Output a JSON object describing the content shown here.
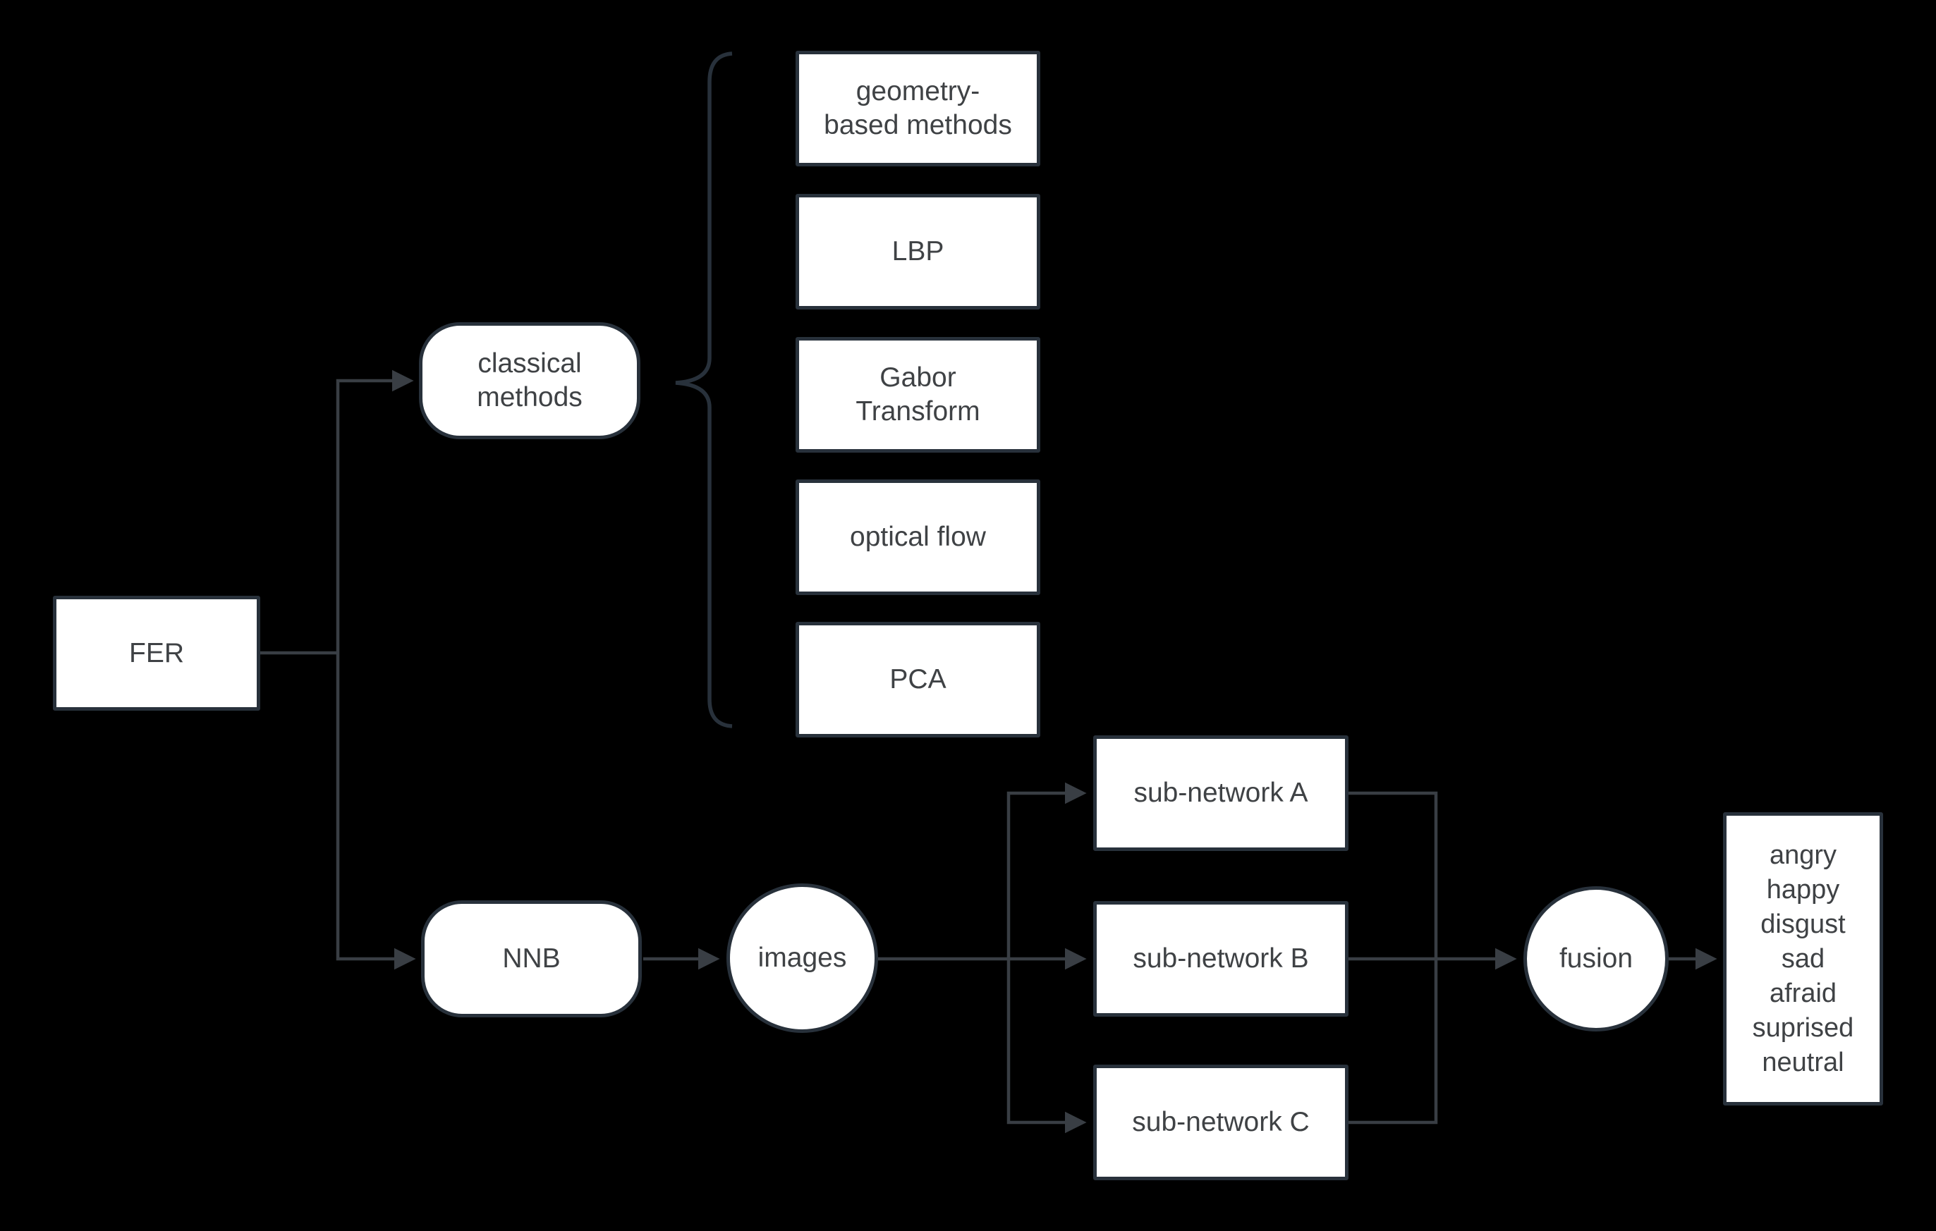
{
  "diagram": {
    "background_color": "#000000",
    "node_fill_color": "#ffffff",
    "node_border_color": "#28313b",
    "connector_color": "#393e44",
    "text_color": "#3f4245",
    "nodes": {
      "fer": {
        "label": "FER"
      },
      "classical_methods": {
        "lines": [
          "classical",
          "methods"
        ]
      },
      "classical_children": [
        {
          "lines": [
            "geometry-",
            "based methods"
          ]
        },
        {
          "lines": [
            "LBP"
          ]
        },
        {
          "lines": [
            "Gabor",
            "Transform"
          ]
        },
        {
          "lines": [
            "optical flow"
          ]
        },
        {
          "lines": [
            "PCA"
          ]
        }
      ],
      "nnb": {
        "label": "NNB"
      },
      "images": {
        "label": "images"
      },
      "subnetworks": [
        {
          "label": "sub-network A"
        },
        {
          "label": "sub-network B"
        },
        {
          "label": "sub-network C"
        }
      ],
      "fusion": {
        "label": "fusion"
      },
      "output_emotions": {
        "lines": [
          "angry",
          "happy",
          "disgust",
          "sad",
          "afraid",
          "suprised",
          "neutral"
        ]
      }
    }
  }
}
